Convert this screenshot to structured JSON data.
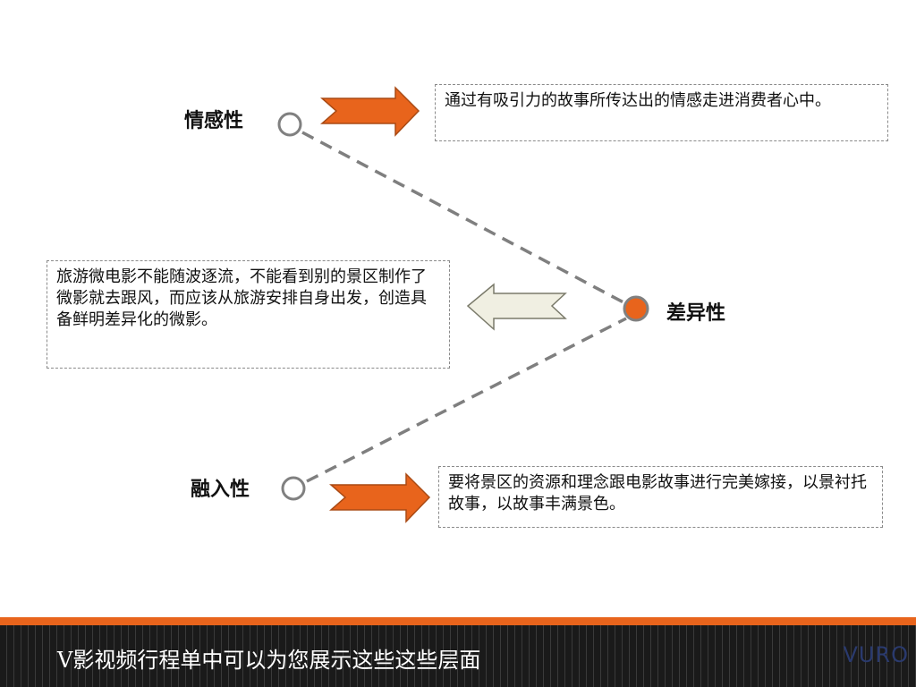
{
  "nodes": {
    "emotional": {
      "label": "情感性"
    },
    "difference": {
      "label": "差异性"
    },
    "integration": {
      "label": "融入性"
    }
  },
  "boxes": {
    "emotional": {
      "text": "通过有吸引力的故事所传达出的情感走进消费者心中。"
    },
    "difference": {
      "text": "旅游微电影不能随波逐流，不能看到别的景区制作了微影就去跟风，而应该从旅游安排自身出发，创造具备鲜明差异化的微影。"
    },
    "integration": {
      "text": "要将景区的资源和理念跟电影故事进行完美嫁接，以景衬托故事，以故事丰满景色。"
    }
  },
  "footer": {
    "title": "V影视频行程单中可以为您展示这些这些层面",
    "logo": "VURO"
  },
  "colors": {
    "accent_orange": "#e8641c",
    "arrow_light": "#f0efe2",
    "node_gray": "#808080",
    "dash_gray": "#7f7f7f"
  }
}
